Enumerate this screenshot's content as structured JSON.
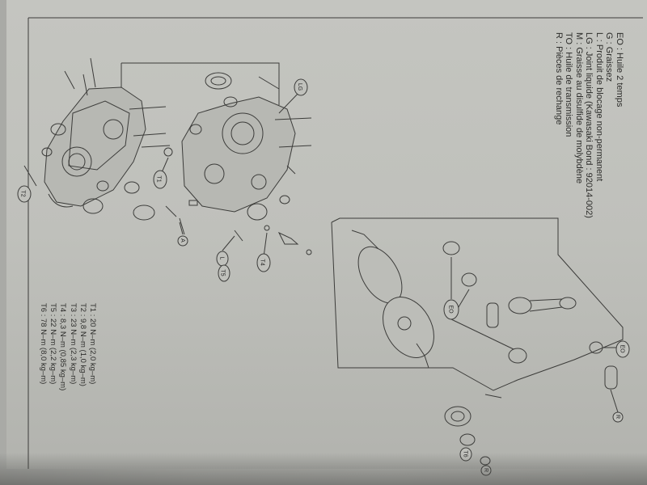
{
  "legend": [
    "EO : Huile 2 temps",
    "G : Graissez",
    "L : Produit de blocage non-permanent",
    "LG : Joint liquide (Kawasaki Bond : 92014-002)",
    "M : Graisse au disulfide de molybdène",
    "TO : Huile de transmission",
    "R : Pièces de rechange"
  ],
  "torque": [
    "T1 : 20 N–m (2,0 kg–m)",
    "T2 : 9,8 N–m (1,0 kg–m)",
    "T3 : 23 N–m (2,3 kg–m)",
    "T4 : 8,3 N–m (0,85 kg–m)",
    "T5 : 22 N–m (2,2 kg–m)",
    "T6 : 78 N–m (8,0 kg–m)"
  ],
  "callouts": {
    "t2": "T2",
    "t1": "T1",
    "lg": "LG",
    "a": "A",
    "l": "L",
    "t5": "T5",
    "t4": "T4",
    "eo1": "EO",
    "eo2": "EO",
    "r1": "R",
    "t6": "T6",
    "r2": "R"
  }
}
